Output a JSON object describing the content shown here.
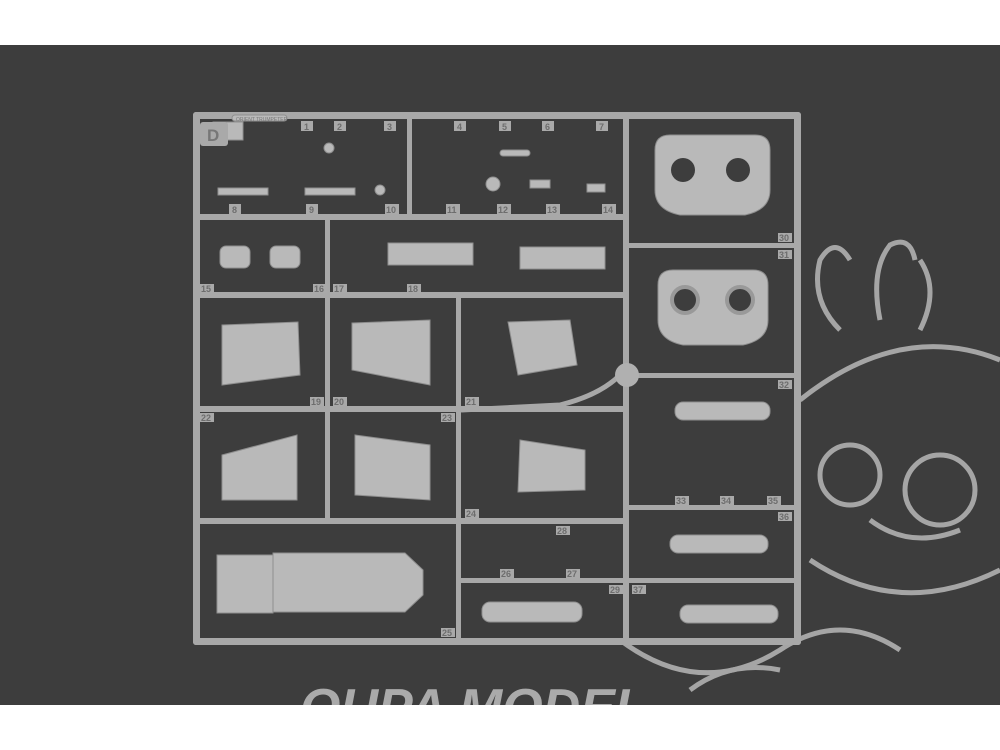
{
  "sprue": {
    "letter": "D",
    "code": "ORIENT TRUMPETER",
    "part_numbers": [
      "1",
      "2",
      "3",
      "4",
      "5",
      "6",
      "7",
      "8",
      "9",
      "10",
      "11",
      "12",
      "13",
      "14",
      "15",
      "16",
      "17",
      "18",
      "19",
      "20",
      "21",
      "22",
      "23",
      "24",
      "25",
      "26",
      "27",
      "28",
      "29",
      "30",
      "31",
      "32",
      "33",
      "34",
      "35",
      "36",
      "37"
    ]
  },
  "watermark": {
    "text": "OUPA MODEL"
  },
  "colors": {
    "background": "#3d3d3d",
    "plastic": "#b5b5b5",
    "watermark": "#b0b0b0"
  }
}
